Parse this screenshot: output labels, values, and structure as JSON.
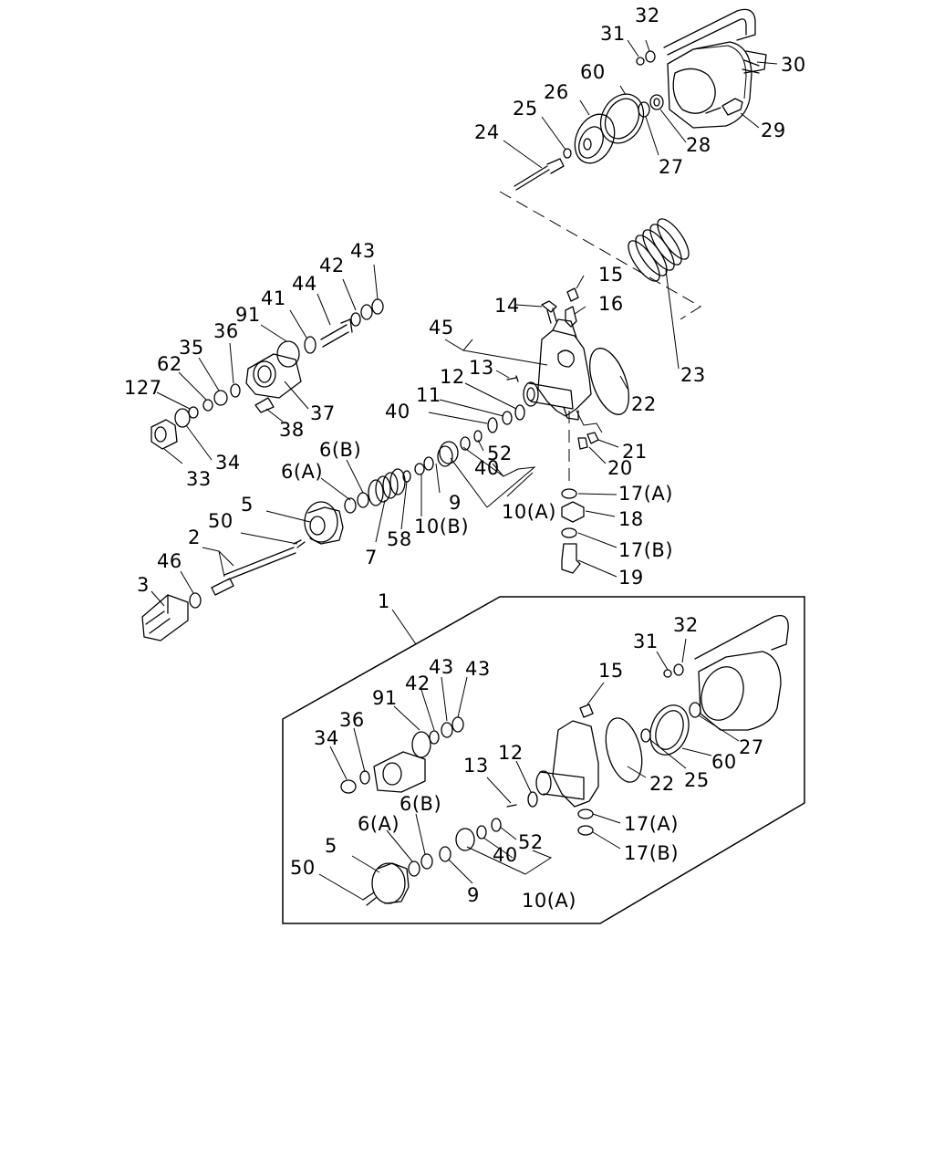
{
  "labels": {
    "top": [
      "32",
      "31",
      "30",
      "60",
      "26",
      "25",
      "24",
      "29",
      "28",
      "27"
    ],
    "upper": [
      "43",
      "42",
      "44",
      "41",
      "91",
      "36",
      "35",
      "62",
      "127",
      "15",
      "14",
      "16",
      "45",
      "13",
      "12",
      "11",
      "40",
      "22",
      "23",
      "37",
      "38",
      "21",
      "20",
      "34",
      "33",
      "52",
      "6(B)",
      "6(A)",
      "40",
      "5",
      "9",
      "10(A)",
      "10(B)",
      "58",
      "7",
      "17(A)",
      "18",
      "50",
      "17(B)",
      "2",
      "19",
      "46",
      "3"
    ],
    "kit": [
      "1",
      "32",
      "31",
      "43",
      "43",
      "42",
      "91",
      "15",
      "36",
      "34",
      "27",
      "60",
      "25",
      "13",
      "12",
      "22",
      "6(B)",
      "6(A)",
      "52",
      "40",
      "17(A)",
      "5",
      "17(B)",
      "50",
      "9",
      "10(A)"
    ]
  },
  "icons": [
    "bolt-icon",
    "o-ring-icon",
    "spring-icon",
    "piston-icon",
    "cylinder-body-icon",
    "clevis-icon",
    "pushrod-icon",
    "diaphragm-chamber-icon"
  ]
}
